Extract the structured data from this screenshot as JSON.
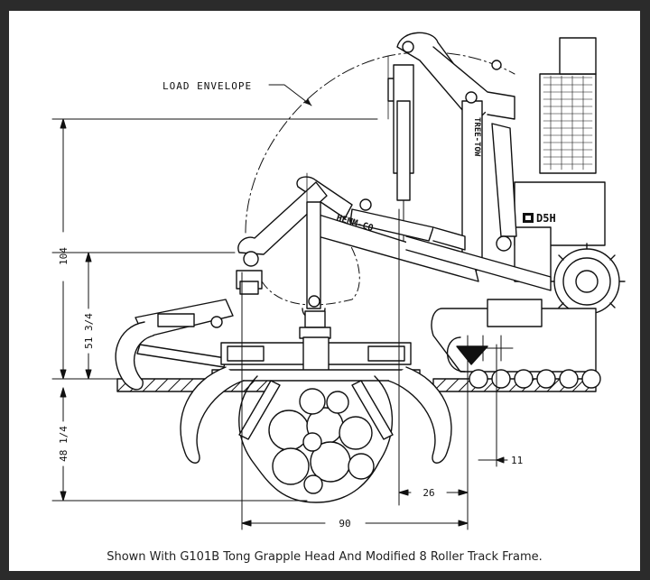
{
  "labels": {
    "load_envelope": "LOAD ENVELOPE",
    "machine_model": "D5H",
    "boom_brand": "TREE-TOW",
    "stick_brand": "HEMM-CO"
  },
  "dimensions": {
    "total_height": "104",
    "upper_height": "51 3/4",
    "lower_depth": "48 1/4",
    "reach": "90",
    "offset_26": "26",
    "offset_11": "11"
  },
  "caption": "Shown With G101B Tong Grapple Head And Modified 8 Roller Track Frame."
}
